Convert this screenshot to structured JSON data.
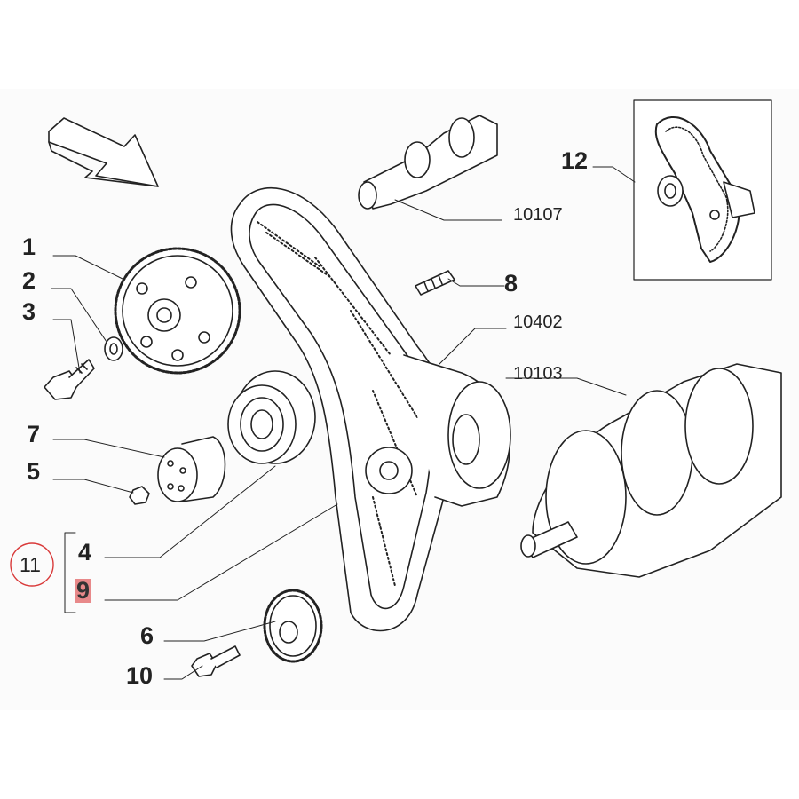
{
  "callouts": {
    "c1": "1",
    "c2": "2",
    "c3": "3",
    "c4": "4",
    "c5": "5",
    "c6": "6",
    "c7": "7",
    "c8": "8",
    "c9": "9",
    "c10": "10",
    "c11": "11",
    "c12": "12",
    "c10107": "10107",
    "c10402": "10402",
    "c10103": "10103"
  },
  "highlight": {
    "selected_callout": "9",
    "highlight_color": "#e8898a",
    "group_ring_color": "#d93a3a"
  },
  "colors": {
    "line": "#222222",
    "background": "#fbfbfb"
  }
}
